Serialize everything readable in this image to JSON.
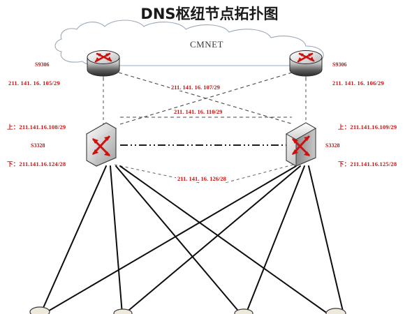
{
  "page": {
    "title": "DNS枢纽节点拓扑图",
    "background": "#ffffff",
    "label_color": "#cc1111",
    "line_color": "#000000",
    "cloud_stroke": "#9aa8b8"
  },
  "cloud": {
    "label": "CMNET",
    "name": "cmnet-cloud"
  },
  "routers": [
    {
      "id": "router-left",
      "model": "S9306",
      "ip": "211. 141. 16. 105/29",
      "icon": "router-icon"
    },
    {
      "id": "router-right",
      "model": "S9306",
      "ip": "211. 141. 16. 106/29",
      "icon": "router-icon"
    }
  ],
  "switches": [
    {
      "id": "switch-left",
      "model": "S3328",
      "uplink": "上：211.141.16.108/29",
      "downlink": "下：211.141.16.124/28",
      "icon": "switch-icon"
    },
    {
      "id": "switch-right",
      "model": "S3328",
      "uplink": "上：211.141.16.109/29",
      "downlink": "下：211.141.16.125/28",
      "icon": "switch-icon"
    }
  ],
  "links": [
    {
      "id": "link-cross-upper",
      "label": "211. 141. 16. 107/29",
      "style": "dashed"
    },
    {
      "id": "link-cross-lower",
      "label": "211. 141. 16. 110/29",
      "style": "dashed"
    },
    {
      "id": "link-switch-interconnect",
      "label": "211. 141. 16. 126/28",
      "style": "dashed"
    },
    {
      "id": "link-switch-trunk",
      "label": "",
      "style": "dash-dot"
    }
  ]
}
